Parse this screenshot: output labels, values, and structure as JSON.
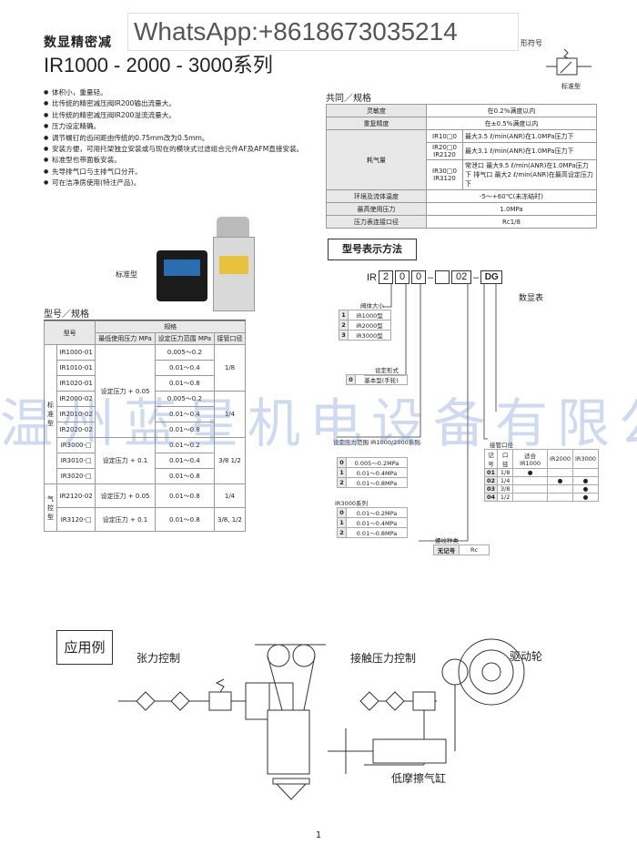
{
  "header": {
    "pretitle": "数显精密减",
    "series_title": "IR1000 - 2000 - 3000系列",
    "whatsapp": "WhatsApp:+8618673035214",
    "symbol_label": "形符号",
    "symbol_caption": "标准型"
  },
  "features": [
    "体积小，重量轻。",
    "比传统的精密减压阀IR200输出流量大。",
    "比传统的精密减压阀IR200溢流流量大。",
    "压力设定精确。",
    "调节螺钉的齿间距由传统的0.75mm改为0.5mm。",
    "安装方便，可用托架独立安装或与现在的模块式过滤组合元件AF及AFM直接安装。",
    "标准型也带面板安装。",
    "先导排气口与主排气口分开。",
    "可在洁净房使用(特注产品)。"
  ],
  "product_label": "标准型",
  "common_spec": {
    "heading": "共同／规格",
    "rows": [
      {
        "label": "灵敏度",
        "value": "在0.2%满度以内"
      },
      {
        "label": "重复精度",
        "value": "在±0.5%满度以内"
      },
      {
        "label": "环境及流体温度",
        "value": "-5～+60℃(未冻结时)"
      },
      {
        "label": "最高使用压力",
        "value": "1.0MPa"
      },
      {
        "label": "压力表连接口径",
        "value": "Rc1/8"
      }
    ],
    "consumption": {
      "label": "耗气量",
      "items": [
        {
          "model": "IR10□0",
          "value": "最大3.5 ℓ/min(ANR)在1.0MPa压力下"
        },
        {
          "model": "IR20□0  IR2120",
          "value": "最大3.1 ℓ/min(ANR)在1.0MPa压力下"
        },
        {
          "model": "IR30□0  IR3120",
          "value": "常泄口  最大9.5 ℓ/min(ANR)在1.0MPa压力下  排气口  最大2 ℓ/min(ANR)在最高设定压力下"
        }
      ]
    }
  },
  "model_spec": {
    "heading": "型号／规格",
    "col_model": "型号",
    "col_spec": "规格",
    "col_min": "最低使用压力 MPa",
    "col_range": "设定压力范围 MPa",
    "col_port": "接管口径",
    "group_std": "标准型",
    "group_relief": "气控型",
    "rows": [
      {
        "model": "IR1000-01",
        "range": "0.005～0.2"
      },
      {
        "model": "IR1010-01",
        "range": "0.01～0.4"
      },
      {
        "model": "IR1020-01",
        "range": "0.01～0.8"
      },
      {
        "model": "IR2000-02",
        "range": "0.005～0.2"
      },
      {
        "model": "IR2010-02",
        "range": "0.01～0.4"
      },
      {
        "model": "IR2020-02",
        "range": "0.01～0.8"
      },
      {
        "model": "IR3000-□",
        "range": "0.01～0.2"
      },
      {
        "model": "IR3010-□",
        "range": "0.01～0.4"
      },
      {
        "model": "IR3020-□",
        "range": "0.01～0.8"
      },
      {
        "model": "IR2120-02",
        "range": "0.01～0.8"
      },
      {
        "model": "IR3120-□",
        "range": "0.01～0.8"
      }
    ],
    "min_a": "设定压力 + 0.05",
    "min_b": "设定压力 + 0.1",
    "min_c": "设定压力 + 0.05",
    "min_d": "设定压力 + 0.1",
    "port_1": "1/8",
    "port_2": "1/4",
    "port_3": "3/8 1/2",
    "port_4": "1/4",
    "port_5": "3/8, 1/2"
  },
  "model_code": {
    "heading": "型号表示方法",
    "prefix": "IR",
    "d1": "2",
    "d2": "0",
    "d3": "0",
    "blank": "",
    "port": "02",
    "dg": "DG",
    "dg_label": "数显表",
    "body_size": {
      "label": "阀体大小",
      "rows": [
        [
          "1",
          "IR1000型"
        ],
        [
          "2",
          "IR2000型"
        ],
        [
          "3",
          "IR3000型"
        ]
      ]
    },
    "setting": {
      "label": "设定形式",
      "rows": [
        [
          "0",
          "基本型(手轮)"
        ]
      ]
    },
    "range12": {
      "label": "设定压力范围 IR1000/2000系列",
      "rows": [
        [
          "0",
          "0.005～0.2MPa"
        ],
        [
          "1",
          "0.01～0.4MPa"
        ],
        [
          "2",
          "0.01～0.8MPa"
        ]
      ]
    },
    "range3": {
      "label": "IR3000系列",
      "rows": [
        [
          "0",
          "0.01～0.2MPa"
        ],
        [
          "1",
          "0.01～0.4MPa"
        ],
        [
          "2",
          "0.01～0.8MPa"
        ]
      ]
    },
    "thread": {
      "label": "螺纹种类",
      "rows": [
        [
          "无记号",
          "Rc"
        ]
      ]
    },
    "portsize": {
      "label": "接管口径",
      "header": [
        "记号",
        "口径",
        "适合 IR1000",
        "IR2000",
        "IR3000"
      ],
      "rows": [
        [
          "01",
          "1/8",
          "●",
          "",
          ""
        ],
        [
          "02",
          "1/4",
          "",
          "●",
          "●"
        ],
        [
          "03",
          "3/8",
          "",
          "",
          "●"
        ],
        [
          "04",
          "1/2",
          "",
          "",
          "●"
        ]
      ]
    }
  },
  "watermark": "温州蓝星机电设备有限公司",
  "application": {
    "heading": "应用例",
    "tension": "张力控制",
    "contact": "接触压力控制",
    "drive": "驱动轮",
    "cylinder": "低摩擦气缸"
  },
  "page_number": "1"
}
